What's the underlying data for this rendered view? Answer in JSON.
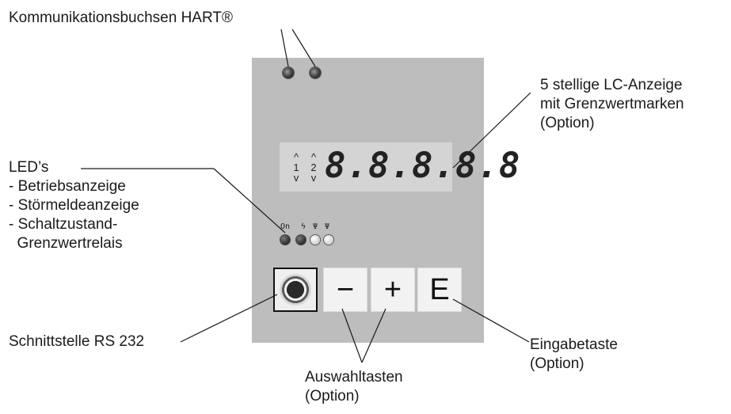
{
  "labels": {
    "hart": "Kommunikationsbuchsen HART®",
    "lcd": "5 stellige LC-Anzeige\nmit Grenzwertmarken\n(Option)",
    "leds": "LED’s\n- Betriebsanzeige\n- Störmeldeanzeige\n- Schaltzustand-\n  Grenzwertrelais",
    "rs232": "Schnittstelle RS 232",
    "auswahl": "Auswahltasten\n(Option)",
    "eingabe": "Eingabetaste\n(Option)"
  },
  "device": {
    "display_digits": "8.8.8.8.8",
    "limit_mark_1": "1",
    "limit_mark_2": "2",
    "led_labels": [
      "On",
      "ϟ",
      "Ψ",
      "Ψ"
    ],
    "buttons": {
      "minus": "−",
      "plus": "+",
      "enter": "E"
    }
  }
}
